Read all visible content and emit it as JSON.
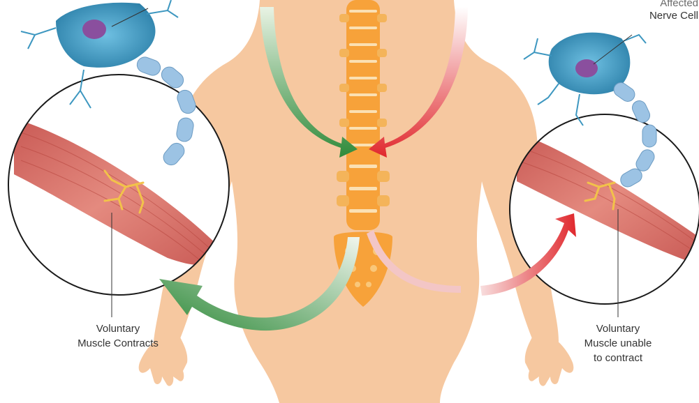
{
  "labels": {
    "left_line1": "Voluntary",
    "left_line2": "Muscle Contracts",
    "right_line1": "Voluntary",
    "right_line2": "Muscle unable",
    "right_line3": "to contract",
    "nerve_top": "Affected",
    "nerve_bottom": "Nerve Cell"
  },
  "colors": {
    "skin": "#f6c8a0",
    "spine": "#f7a23a",
    "neuron": "#3d97c0",
    "nucleus": "#8a4f9e",
    "muscle": "#d9756c",
    "green_arrow": "#2f8a3a",
    "red_arrow": "#e0282d",
    "circle_stroke": "#1a1a1a"
  }
}
